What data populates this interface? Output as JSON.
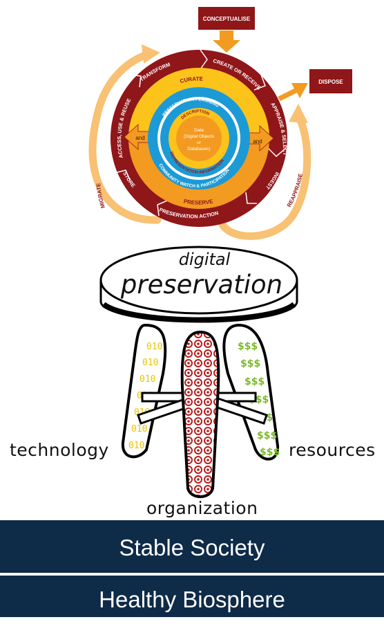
{
  "lifecycle": {
    "conceptualise": "CONCEPTUALISE",
    "dispose": "DISPOSE",
    "outer_ring": {
      "transform": "TRANSFORM",
      "create_or_receive": "CREATE OR RECEIVE",
      "appraise_select": "APPRAISE & SELECT",
      "ingest": "INGEST",
      "preservation_action": "PRESERVATION ACTION",
      "store": "STORE",
      "access_use_reuse": "ACCESS, USE & REUSE"
    },
    "curate": "CURATE",
    "preserve": "PRESERVE",
    "and_left": "and",
    "and_right": "and",
    "preservation_planning": "PRESERVATION PLANNING",
    "community_watch": "COMMUNITY WATCH & PARTICIPATION",
    "description": "DESCRIPTION",
    "representation_information": "REPRESENTATION INFORMATION",
    "core": [
      "Data",
      "(Digital Objects",
      "or",
      "Databases)"
    ],
    "migrate": "MIGRATE",
    "reappraise": "REAPPRAISE",
    "colors": {
      "dark_red": "#8f1619",
      "orange": "#f39a21",
      "yellow": "#fcc31b",
      "blue": "#1c9ad6",
      "light_orange": "#f8c173"
    }
  },
  "stool": {
    "seat_top": "digital",
    "seat_main": "preservation",
    "leg_left": "technology",
    "leg_center": "organization",
    "leg_right": "resources",
    "binary_text": "010",
    "money_text": "$$$",
    "binary_color": "#e8c400",
    "money_color": "#7dbb2a",
    "pattern_color": "#b71c1c"
  },
  "foundation": {
    "stable_society": "Stable Society",
    "healthy_biosphere": "Healthy Biosphere",
    "color": "#0e2b48"
  }
}
